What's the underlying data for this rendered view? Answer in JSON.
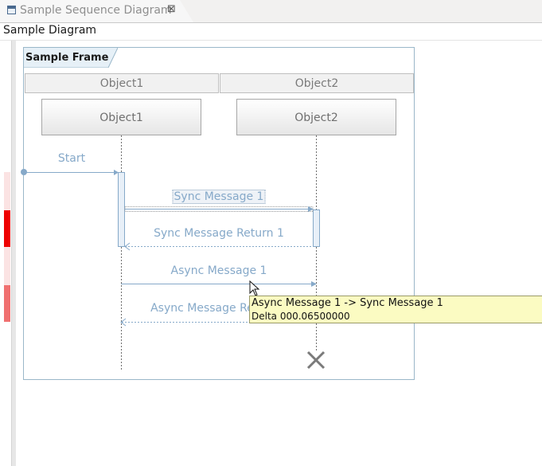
{
  "tab": {
    "title": "Sample Sequence Diagram",
    "close_glyph": "⊠",
    "icon": "diagram-editor-icon"
  },
  "diagram_title": "Sample Diagram",
  "frame": {
    "title": "Sample Frame"
  },
  "headers": [
    "Object1",
    "Object2"
  ],
  "lifelines": [
    "Object1",
    "Object2"
  ],
  "messages": [
    {
      "label": "Start",
      "kind": "sync-start"
    },
    {
      "label": "Sync Message 1",
      "kind": "sync",
      "selected": true
    },
    {
      "label": "Sync Message Return 1",
      "kind": "return"
    },
    {
      "label": "Async Message 1",
      "kind": "async"
    },
    {
      "label": "Async Message Return 1",
      "kind": "async-return"
    }
  ],
  "tooltip": {
    "line1": "Async Message 1 -> Sync Message 1",
    "line2": "Delta 000.06500000"
  },
  "colors": {
    "message": "#86a9c9",
    "frame_border": "#9ab7c9",
    "marker_red": "#ee0000",
    "marker_red_light": "#f07070",
    "marker_pink": "#fbe3e3"
  }
}
